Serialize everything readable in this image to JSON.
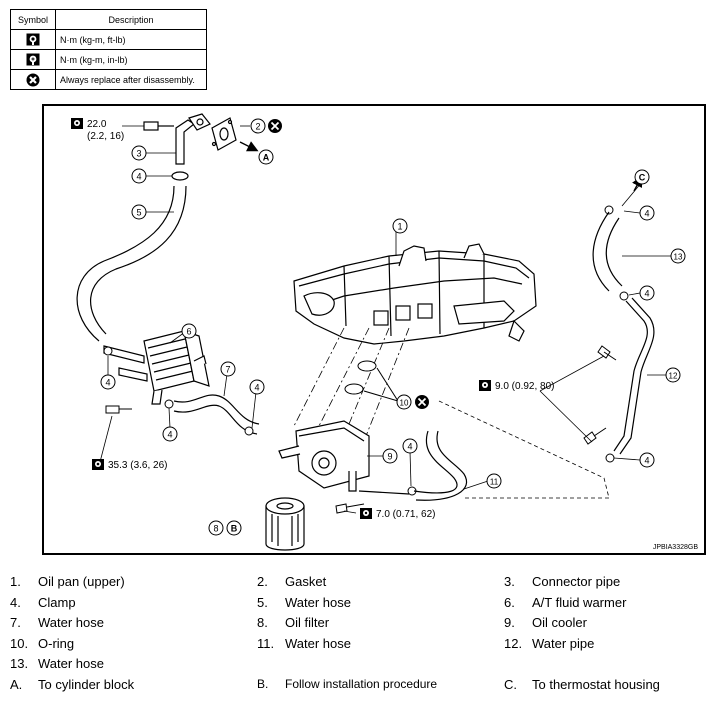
{
  "symbol_table": {
    "headers": {
      "symbol": "Symbol",
      "description": "Description"
    },
    "rows": [
      {
        "icon": "torque-wrench-icon",
        "description": "N·m (kg-m, ft-lb)"
      },
      {
        "icon": "torque-wrench-small-icon",
        "description": "N·m (kg-m, in-lb)"
      },
      {
        "icon": "replace-x-icon",
        "description": "Always replace after disassembly."
      }
    ]
  },
  "diagram": {
    "torque_labels": {
      "t1_line1": "22.0",
      "t1_line2": "(2.2, 16)",
      "t2": "35.3 (3.6, 26)",
      "t3": "9.0 (0.92, 80)",
      "t4": "7.0 (0.71, 62)"
    },
    "callouts": [
      "1",
      "2",
      "3",
      "4",
      "5",
      "6",
      "7",
      "8",
      "9",
      "10",
      "11",
      "12",
      "13"
    ],
    "letters": [
      "A",
      "B",
      "C"
    ],
    "ref_code": "JPBIA3328GB"
  },
  "legend": [
    {
      "num": "1.",
      "text": "Oil pan (upper)"
    },
    {
      "num": "2.",
      "text": "Gasket"
    },
    {
      "num": "3.",
      "text": "Connector pipe"
    },
    {
      "num": "4.",
      "text": "Clamp"
    },
    {
      "num": "5.",
      "text": "Water hose"
    },
    {
      "num": "6.",
      "text": "A/T fluid warmer"
    },
    {
      "num": "7.",
      "text": "Water hose"
    },
    {
      "num": "8.",
      "text": "Oil filter"
    },
    {
      "num": "9.",
      "text": "Oil cooler"
    },
    {
      "num": "10.",
      "text": "O-ring"
    },
    {
      "num": "11.",
      "text": "Water hose"
    },
    {
      "num": "12.",
      "text": "Water pipe"
    },
    {
      "num": "13.",
      "text": "Water hose"
    },
    {
      "num": "A.",
      "text": "To cylinder block"
    },
    {
      "num": "B.",
      "text": "Follow installation procedure"
    },
    {
      "num": "C.",
      "text": "To thermostat housing"
    }
  ]
}
